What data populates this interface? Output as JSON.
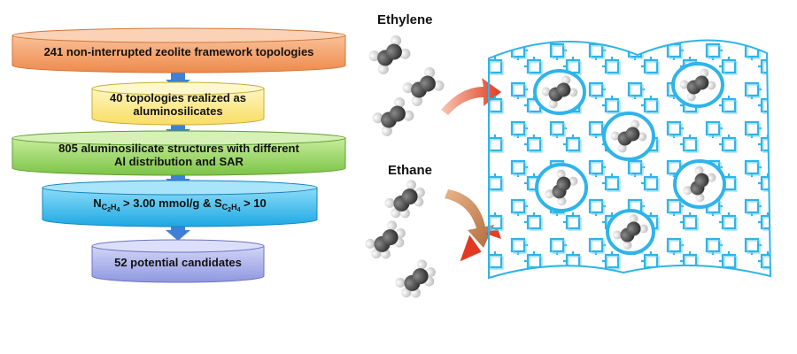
{
  "funnel": {
    "stage1": {
      "label": "241 non-interrupted zeolite framework topologies",
      "color": "#f4a06b"
    },
    "stage2": {
      "label_line1": "40 topologies realized as",
      "label_line2": "aluminosilicates",
      "color": "#ffe98a"
    },
    "stage3": {
      "label_line1": "805 aluminosilicate structures with different",
      "label_line2": "Al distribution and SAR",
      "color": "#9ed66a"
    },
    "stage4": {
      "n_symbol": "N",
      "n_sub_c": "C",
      "n_sub_c_count": "2",
      "n_sub_h": "H",
      "n_sub_h_count": "4",
      "n_threshold": " > 3.00 mmol/g & ",
      "s_symbol": "S",
      "s_sub_c": "C",
      "s_sub_c_count": "2",
      "s_sub_h": "H",
      "s_sub_h_count": "4",
      "s_threshold": " > 10",
      "color": "#3fbfee"
    },
    "stage5": {
      "label": "52 potential candidates",
      "color": "#aeb4ec"
    },
    "arrow_color": "#3f7fd6"
  },
  "molecules": {
    "ethylene_label": "Ethylene",
    "ethane_label": "Ethane",
    "carbon_color": "#4a4a4a",
    "hydrogen_color": "#f2f2f2"
  },
  "arrows": {
    "ethylene_arrow_color": "#e0422a",
    "ethane_arrow_color": "#c98a5a"
  },
  "framework": {
    "color": "#2fb4e9"
  }
}
